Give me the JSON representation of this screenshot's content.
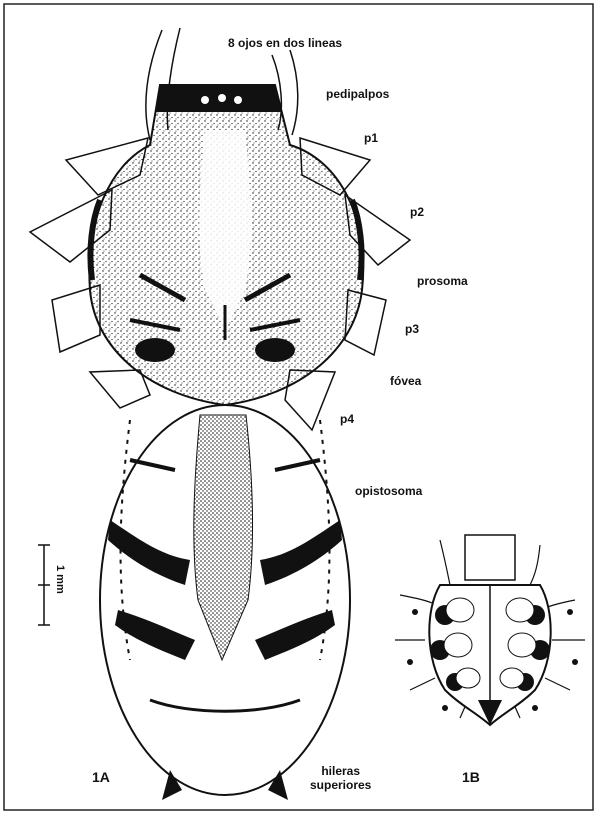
{
  "labels": {
    "eyes": "8 ojos en dos lineas",
    "pedipalps": "pedipalpos",
    "p1": "p1",
    "p2": "p2",
    "prosoma": "prosoma",
    "p3": "p3",
    "fovea": "fóvea",
    "p4": "p4",
    "opisthosoma": "opistosoma",
    "spinnerets_line1": "hileras",
    "spinnerets_line2": "superiores"
  },
  "panels": {
    "a": "1A",
    "b": "1B"
  },
  "scale_bar": {
    "label": "1 mm"
  },
  "colors": {
    "ink": "#111111",
    "paper": "#ffffff",
    "frame": "#222222"
  }
}
